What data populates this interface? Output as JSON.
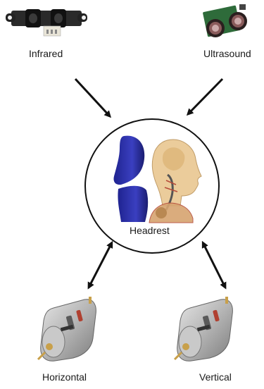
{
  "components": {
    "infrared": {
      "label": "Infrared",
      "icon": "infrared-sensor-icon"
    },
    "ultrasound": {
      "label": "Ultrasound",
      "icon": "ultrasound-sensor-icon"
    },
    "headrest": {
      "label": "Headrest",
      "icon": "headrest-with-head-icon"
    },
    "horizontal": {
      "label": "Horizontal",
      "icon": "dc-motor-icon"
    },
    "vertical": {
      "label": "Vertical",
      "icon": "dc-motor-icon"
    }
  },
  "connections": [
    {
      "from": "infrared",
      "to": "headrest",
      "direction": "one-way"
    },
    {
      "from": "ultrasound",
      "to": "headrest",
      "direction": "one-way"
    },
    {
      "from": "horizontal",
      "to": "headrest",
      "direction": "two-way"
    },
    {
      "from": "vertical",
      "to": "headrest",
      "direction": "two-way"
    }
  ],
  "colors": {
    "arrow": "#111111",
    "headrest_blue": "#2b2f9a",
    "head_tan": "#e8c48a",
    "motor_metal": "#a9a9a9",
    "sensor_green": "#2e6b3a"
  }
}
